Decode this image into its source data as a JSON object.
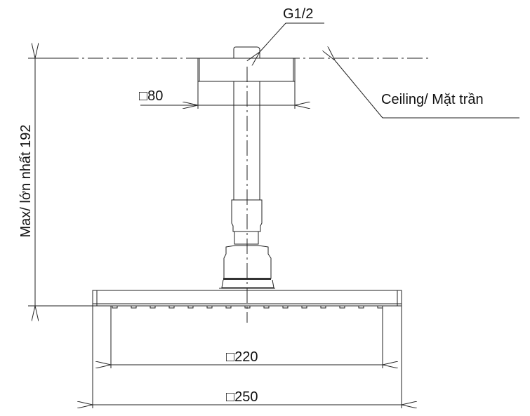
{
  "labels": {
    "thread": "G1/2",
    "flange": "□80",
    "ceiling": "Ceiling/ Mặt trần",
    "height": "Max/ lớn nhất 192",
    "inner_width": "□220",
    "outer_width": "□250"
  },
  "colors": {
    "line": "#222222",
    "background": "#ffffff"
  }
}
